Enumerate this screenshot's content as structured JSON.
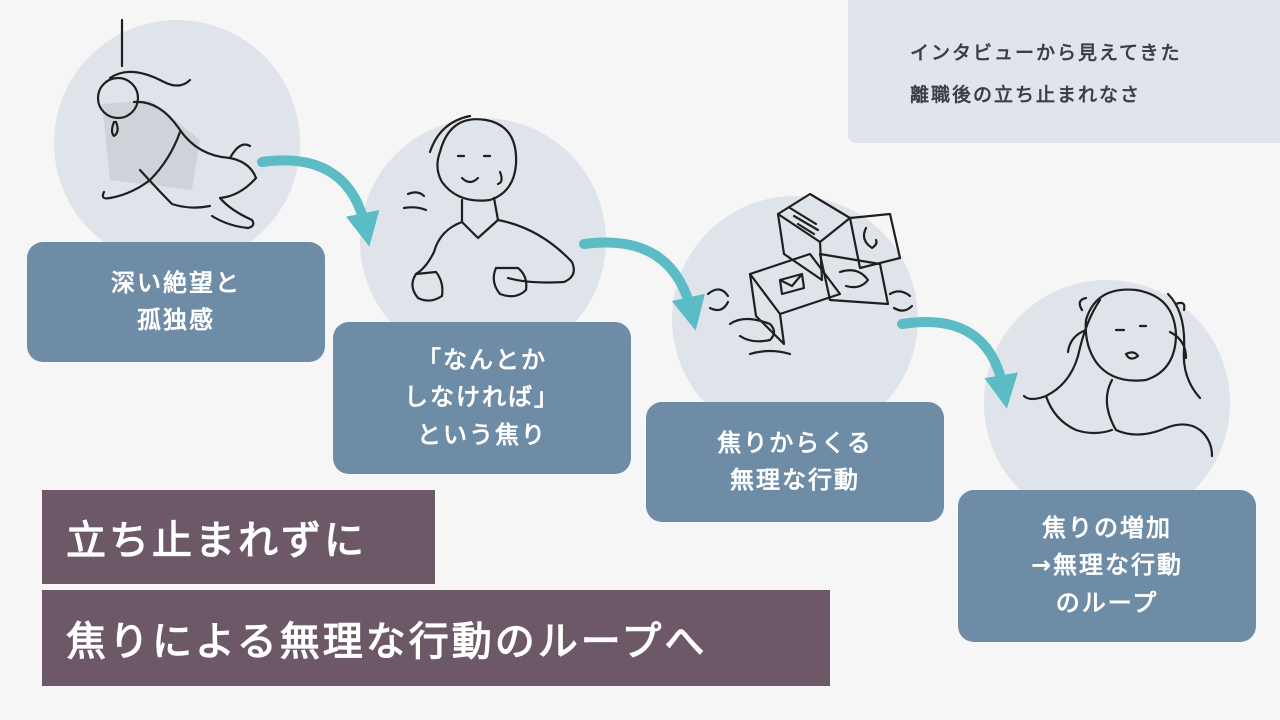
{
  "note": {
    "line1": "インタビューから見えてきた",
    "line2": "離職後の立ち止まれなさ"
  },
  "steps": [
    {
      "lines": [
        "深い絶望と",
        "孤独感"
      ],
      "illustration": "despair-figure-icon"
    },
    {
      "lines": [
        "「なんとか",
        "しなければ」",
        "という焦り"
      ],
      "illustration": "anxious-person-icon"
    },
    {
      "lines": [
        "焦りからくる",
        "無理な行動"
      ],
      "illustration": "crushed-by-tasks-icon"
    },
    {
      "lines": [
        "焦りの増加",
        "→無理な行動",
        "のループ"
      ],
      "illustration": "head-in-hands-icon"
    }
  ],
  "banner": {
    "line1": "立ち止まれずに",
    "line2": "焦りによる無理な行動のループへ"
  },
  "colors": {
    "background": "#f6f6f6",
    "circle": "#dfe3ea",
    "step_box": "#6e8ca6",
    "arrow": "#5bbcc6",
    "banner": "#6c5866",
    "note_bg": "#e1e4eb"
  }
}
